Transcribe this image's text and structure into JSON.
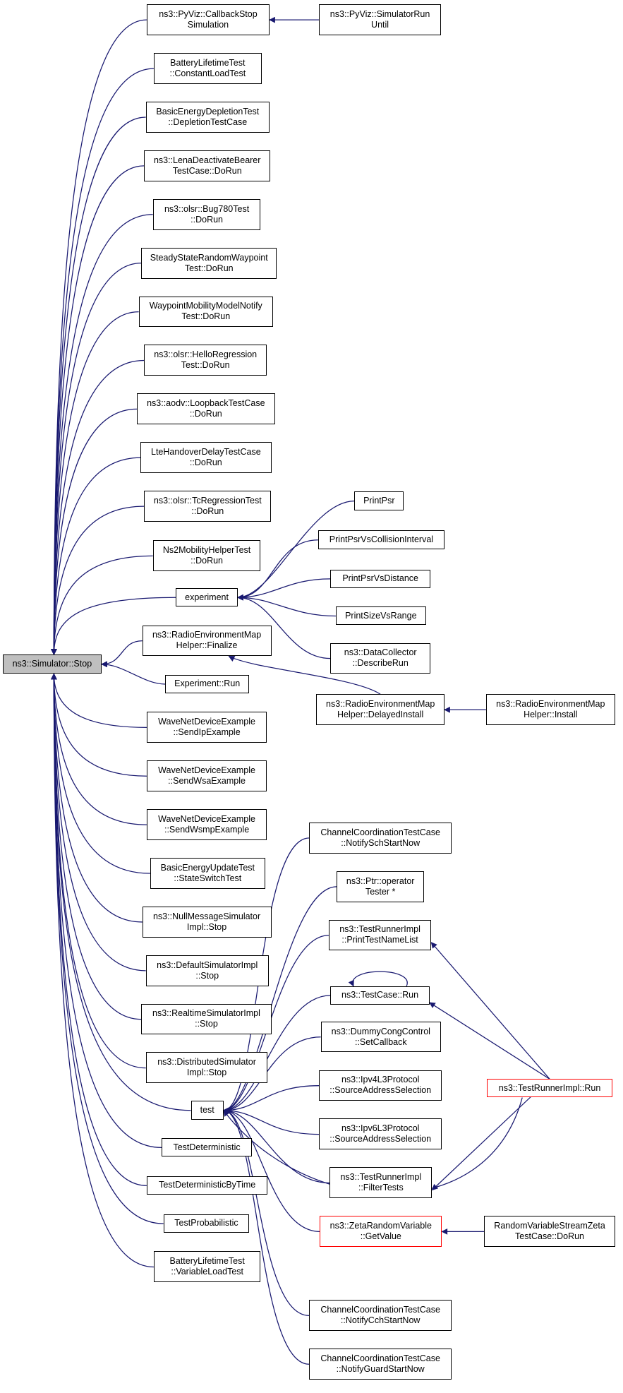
{
  "colors": {
    "edge": "#191970",
    "root_fill": "#bfbfbf",
    "border": "#000000",
    "truncated_border": "#ff0000"
  },
  "root": {
    "id": "stop",
    "lines": [
      "ns3::Simulator::Stop"
    ]
  },
  "nodes": [
    {
      "id": "pyviz_cbstop",
      "lines": [
        "ns3::PyViz::CallbackStop",
        "Simulation"
      ]
    },
    {
      "id": "pyviz_simrun",
      "lines": [
        "ns3::PyViz::SimulatorRun",
        "Until"
      ]
    },
    {
      "id": "battery_constload",
      "lines": [
        "BatteryLifetimeTest",
        "::ConstantLoadTest"
      ]
    },
    {
      "id": "basic_depletion",
      "lines": [
        "BasicEnergyDepletionTest",
        "::DepletionTestCase"
      ]
    },
    {
      "id": "lena_deactivate",
      "lines": [
        "ns3::LenaDeactivateBearer",
        "TestCase::DoRun"
      ]
    },
    {
      "id": "olsr_bug780",
      "lines": [
        "ns3::olsr::Bug780Test",
        "::DoRun"
      ]
    },
    {
      "id": "steady_state",
      "lines": [
        "SteadyStateRandomWaypoint",
        "Test::DoRun"
      ]
    },
    {
      "id": "waypoint_notify",
      "lines": [
        "WaypointMobilityModelNotify",
        "Test::DoRun"
      ]
    },
    {
      "id": "olsr_hello",
      "lines": [
        "ns3::olsr::HelloRegression",
        "Test::DoRun"
      ]
    },
    {
      "id": "aodv_loopback",
      "lines": [
        "ns3::aodv::LoopbackTestCase",
        "::DoRun"
      ]
    },
    {
      "id": "lte_handover",
      "lines": [
        "LteHandoverDelayTestCase",
        "::DoRun"
      ]
    },
    {
      "id": "olsr_tc",
      "lines": [
        "ns3::olsr::TcRegressionTest",
        "::DoRun"
      ]
    },
    {
      "id": "ns2_mobility",
      "lines": [
        "Ns2MobilityHelperTest",
        "::DoRun"
      ]
    },
    {
      "id": "experiment",
      "lines": [
        "experiment"
      ]
    },
    {
      "id": "rem_finalize",
      "lines": [
        "ns3::RadioEnvironmentMap",
        "Helper::Finalize"
      ]
    },
    {
      "id": "experiment_run",
      "lines": [
        "Experiment::Run"
      ]
    },
    {
      "id": "wave_ip",
      "lines": [
        "WaveNetDeviceExample",
        "::SendIpExample"
      ]
    },
    {
      "id": "wave_wsa",
      "lines": [
        "WaveNetDeviceExample",
        "::SendWsaExample"
      ]
    },
    {
      "id": "wave_wsmp",
      "lines": [
        "WaveNetDeviceExample",
        "::SendWsmpExample"
      ]
    },
    {
      "id": "basic_update",
      "lines": [
        "BasicEnergyUpdateTest",
        "::StateSwitchTest"
      ]
    },
    {
      "id": "nullmsg_stop",
      "lines": [
        "ns3::NullMessageSimulator",
        "Impl::Stop"
      ]
    },
    {
      "id": "default_stop",
      "lines": [
        "ns3::DefaultSimulatorImpl",
        "::Stop"
      ]
    },
    {
      "id": "realtime_stop",
      "lines": [
        "ns3::RealtimeSimulatorImpl",
        "::Stop"
      ]
    },
    {
      "id": "distributed_stop",
      "lines": [
        "ns3::DistributedSimulator",
        "Impl::Stop"
      ]
    },
    {
      "id": "test",
      "lines": [
        "test"
      ]
    },
    {
      "id": "test_det",
      "lines": [
        "TestDeterministic"
      ]
    },
    {
      "id": "test_det_time",
      "lines": [
        "TestDeterministicByTime"
      ]
    },
    {
      "id": "test_prob",
      "lines": [
        "TestProbabilistic"
      ]
    },
    {
      "id": "battery_varload",
      "lines": [
        "BatteryLifetimeTest",
        "::VariableLoadTest"
      ]
    },
    {
      "id": "print_psr",
      "lines": [
        "PrintPsr"
      ]
    },
    {
      "id": "print_psr_ci",
      "lines": [
        "PrintPsrVsCollisionInterval"
      ]
    },
    {
      "id": "print_psr_dist",
      "lines": [
        "PrintPsrVsDistance"
      ]
    },
    {
      "id": "print_size_range",
      "lines": [
        "PrintSizeVsRange"
      ]
    },
    {
      "id": "datacollector",
      "lines": [
        "ns3::DataCollector",
        "::DescribeRun"
      ]
    },
    {
      "id": "rem_delayed",
      "lines": [
        "ns3::RadioEnvironmentMap",
        "Helper::DelayedInstall"
      ]
    },
    {
      "id": "rem_install",
      "lines": [
        "ns3::RadioEnvironmentMap",
        "Helper::Install"
      ]
    },
    {
      "id": "chan_sch",
      "lines": [
        "ChannelCoordinationTestCase",
        "::NotifySchStartNow"
      ]
    },
    {
      "id": "ptr_op",
      "lines": [
        "ns3::Ptr::operator",
        "Tester *"
      ]
    },
    {
      "id": "trimpl_print",
      "lines": [
        "ns3::TestRunnerImpl",
        "::PrintTestNameList"
      ]
    },
    {
      "id": "testcase_run",
      "lines": [
        "ns3::TestCase::Run"
      ]
    },
    {
      "id": "dummy_cong",
      "lines": [
        "ns3::DummyCongControl",
        "::SetCallback"
      ]
    },
    {
      "id": "ipv4_sas",
      "lines": [
        "ns3::Ipv4L3Protocol",
        "::SourceAddressSelection"
      ]
    },
    {
      "id": "ipv6_sas",
      "lines": [
        "ns3::Ipv6L3Protocol",
        "::SourceAddressSelection"
      ]
    },
    {
      "id": "trimpl_filter",
      "lines": [
        "ns3::TestRunnerImpl",
        "::FilterTests"
      ]
    },
    {
      "id": "trimpl_run",
      "lines": [
        "ns3::TestRunnerImpl::Run"
      ],
      "truncated": true
    },
    {
      "id": "zeta_getvalue",
      "lines": [
        "ns3::ZetaRandomVariable",
        "::GetValue"
      ],
      "truncated": true
    },
    {
      "id": "rvs_zeta",
      "lines": [
        "RandomVariableStreamZeta",
        "TestCase::DoRun"
      ]
    },
    {
      "id": "chan_cch",
      "lines": [
        "ChannelCoordinationTestCase",
        "::NotifyCchStartNow"
      ]
    },
    {
      "id": "chan_guard",
      "lines": [
        "ChannelCoordinationTestCase",
        "::NotifyGuardStartNow"
      ]
    }
  ],
  "edges": [
    [
      "pyviz_cbstop",
      "stop"
    ],
    [
      "battery_constload",
      "stop"
    ],
    [
      "basic_depletion",
      "stop"
    ],
    [
      "lena_deactivate",
      "stop"
    ],
    [
      "olsr_bug780",
      "stop"
    ],
    [
      "steady_state",
      "stop"
    ],
    [
      "waypoint_notify",
      "stop"
    ],
    [
      "olsr_hello",
      "stop"
    ],
    [
      "aodv_loopback",
      "stop"
    ],
    [
      "lte_handover",
      "stop"
    ],
    [
      "olsr_tc",
      "stop"
    ],
    [
      "ns2_mobility",
      "stop"
    ],
    [
      "experiment",
      "stop"
    ],
    [
      "rem_finalize",
      "stop"
    ],
    [
      "experiment_run",
      "stop"
    ],
    [
      "wave_ip",
      "stop"
    ],
    [
      "wave_wsa",
      "stop"
    ],
    [
      "wave_wsmp",
      "stop"
    ],
    [
      "basic_update",
      "stop"
    ],
    [
      "nullmsg_stop",
      "stop"
    ],
    [
      "default_stop",
      "stop"
    ],
    [
      "realtime_stop",
      "stop"
    ],
    [
      "distributed_stop",
      "stop"
    ],
    [
      "test",
      "stop"
    ],
    [
      "test_det",
      "stop"
    ],
    [
      "test_det_time",
      "stop"
    ],
    [
      "test_prob",
      "stop"
    ],
    [
      "battery_varload",
      "stop"
    ],
    [
      "pyviz_simrun",
      "pyviz_cbstop"
    ],
    [
      "print_psr",
      "experiment"
    ],
    [
      "print_psr_ci",
      "experiment"
    ],
    [
      "print_psr_dist",
      "experiment"
    ],
    [
      "print_size_range",
      "experiment"
    ],
    [
      "datacollector",
      "experiment"
    ],
    [
      "rem_delayed",
      "rem_finalize"
    ],
    [
      "rem_install",
      "rem_delayed"
    ],
    [
      "chan_sch",
      "test"
    ],
    [
      "ptr_op",
      "test"
    ],
    [
      "trimpl_print",
      "test"
    ],
    [
      "testcase_run",
      "test"
    ],
    [
      "dummy_cong",
      "test"
    ],
    [
      "ipv4_sas",
      "test"
    ],
    [
      "ipv6_sas",
      "test"
    ],
    [
      "trimpl_filter",
      "test"
    ],
    [
      "trimpl_run",
      "test"
    ],
    [
      "zeta_getvalue",
      "test"
    ],
    [
      "chan_cch",
      "test"
    ],
    [
      "chan_guard",
      "test"
    ],
    [
      "testcase_run",
      "testcase_run"
    ],
    [
      "trimpl_run",
      "trimpl_print"
    ],
    [
      "trimpl_run",
      "testcase_run"
    ],
    [
      "trimpl_run",
      "trimpl_filter"
    ],
    [
      "rvs_zeta",
      "zeta_getvalue"
    ]
  ]
}
